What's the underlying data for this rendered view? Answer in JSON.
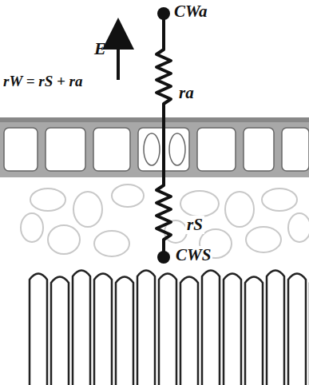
{
  "diagram": {
    "labels": [
      "CWa",
      "E",
      "ra",
      "rW = rS + ra",
      "rS",
      "CWS"
    ]
  }
}
